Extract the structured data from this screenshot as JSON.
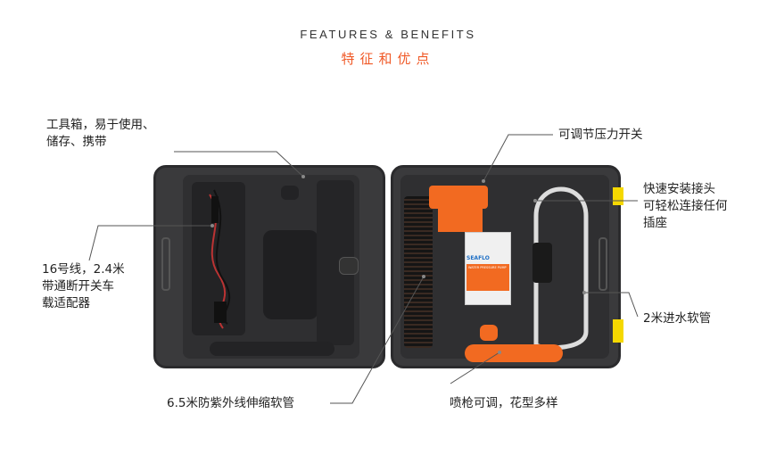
{
  "header": {
    "title_en": "FEATURES & BENEFITS",
    "title_cn": "特征和优点"
  },
  "callouts": [
    {
      "line1": "工具箱，易于使用、",
      "line2": "储存、携带"
    },
    {
      "line1": "16号线，2.4米",
      "line2": "带通断开关车",
      "line3": "载适配器"
    },
    {
      "line1": "6.5米防紫外线伸缩软管"
    },
    {
      "line1": "可调节压力开关"
    },
    {
      "line1": "快速安装接头",
      "line2": "可轻松连接任何",
      "line3": "插座"
    },
    {
      "line1": "2米进水软管"
    },
    {
      "line1": "喷枪可调，花型多样"
    }
  ],
  "product": {
    "brand": "SEAFLO",
    "pump_label": "WATER PRESSURE PUMP"
  },
  "colors": {
    "accent": "#f05a28",
    "case": "#3a3a3c",
    "pump": "#f26a21",
    "latch": "#f5d800"
  }
}
